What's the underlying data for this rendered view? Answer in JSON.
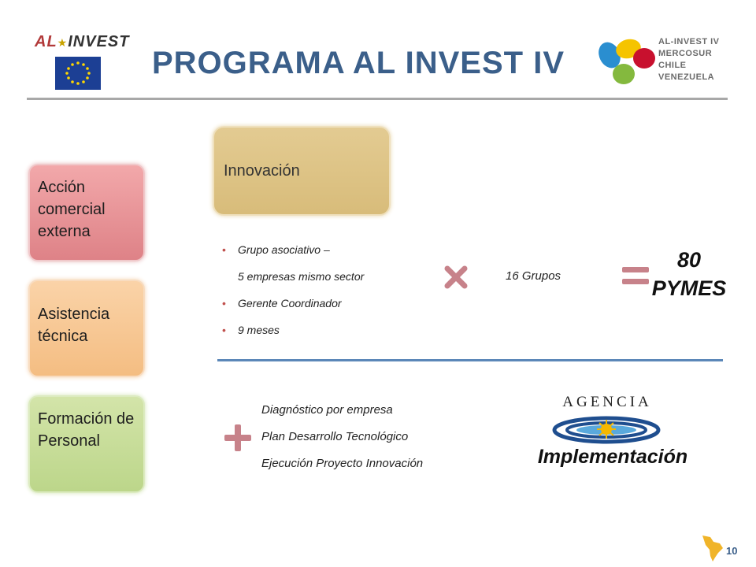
{
  "header": {
    "title": "PROGRAMA AL INVEST IV",
    "left_logo": {
      "text_al": "AL",
      "text_star": "★",
      "text_invest": "INVEST",
      "flag": "eu-flag"
    },
    "right_logo": {
      "lines": [
        "AL-INVEST IV",
        "MERCOSUR",
        "CHILE",
        "VENEZUELA"
      ],
      "circle_colors": [
        "#2a8ed0",
        "#c8102e",
        "#f5c400",
        "#84b93e"
      ]
    }
  },
  "categories": [
    {
      "label": "Acción comercial externa",
      "color": "#de8287"
    },
    {
      "label": "Asistencia técnica",
      "color": "#f4bd82"
    },
    {
      "label": "Formación de Personal",
      "color": "#bcd68a"
    }
  ],
  "innovation": {
    "label": "Innovación",
    "color": "#d8bc7a"
  },
  "bullets": {
    "b1": "Grupo asociativo –",
    "b1_cont": "5 empresas mismo sector",
    "b2": "Gerente Coordinador",
    "b3": "9 meses"
  },
  "groups_text": "16 Grupos",
  "result": {
    "line1": "80",
    "line2": "PYMES"
  },
  "operators": {
    "multiply": "×",
    "equals": "=",
    "plus": "+",
    "color": "#c7828a"
  },
  "steps": [
    "Diagnóstico por empresa",
    "Plan Desarrollo Tecnológico",
    "Ejecución Proyecto Innovación"
  ],
  "agency": {
    "word": "AGENCIA",
    "implementation": "Implementación"
  },
  "page_number": "10",
  "colors": {
    "title": "#3b5f8a",
    "rule": "#5b87b8",
    "bullet": "#c0504d"
  }
}
